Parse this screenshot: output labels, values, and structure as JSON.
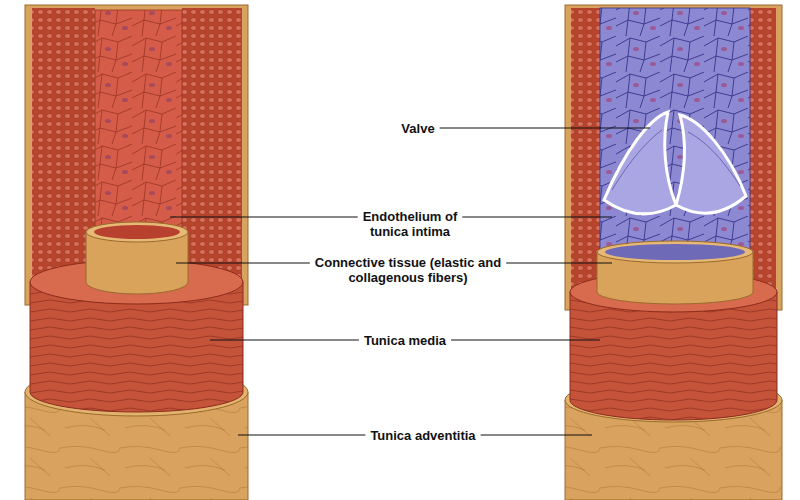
{
  "diagram": {
    "labels": [
      "Valve",
      "Endothelium of tunica intima",
      "Connective tissue (elastic and collagenous fibers)",
      "Tunica media",
      "Tunica adventitia"
    ]
  }
}
